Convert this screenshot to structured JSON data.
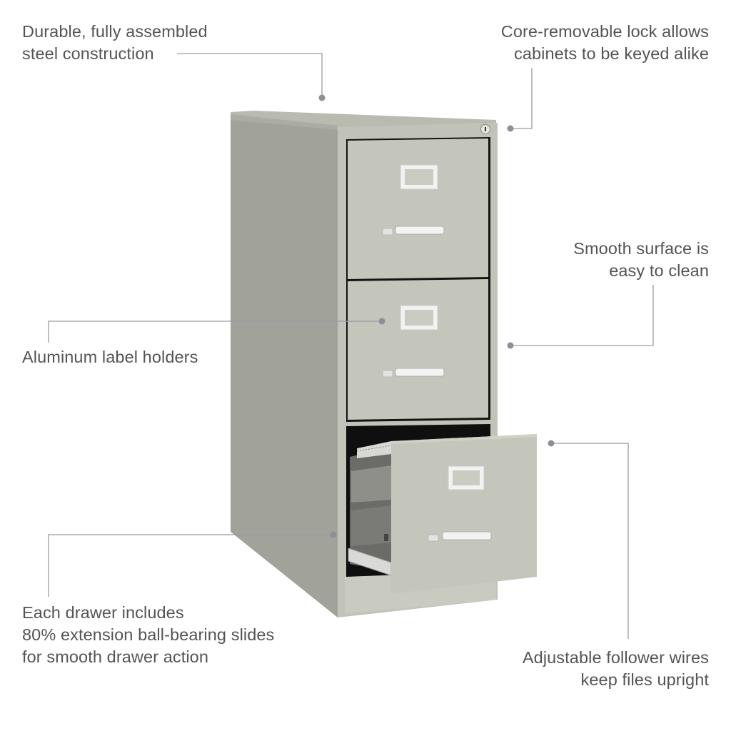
{
  "infographic": {
    "subject": "Vertical 3-drawer steel filing cabinet, light gray",
    "colors": {
      "text": "#545457",
      "leader_line": "#9a9aa3",
      "leader_dot": "#8e8e99",
      "cabinet_front": "#c5c6bb",
      "cabinet_side": "#a1a29a",
      "cabinet_top": "#b9bab0",
      "hardware": "#eeeeee",
      "interior": "#1a1a1a"
    },
    "callouts": [
      {
        "id": "steel-construction",
        "lines": [
          "Durable, fully assembled",
          "steel construction"
        ]
      },
      {
        "id": "core-removable-lock",
        "lines": [
          "Core-removable lock allows",
          "cabinets to be keyed alike"
        ]
      },
      {
        "id": "smooth-surface",
        "lines": [
          "Smooth surface is",
          "easy to clean"
        ]
      },
      {
        "id": "label-holders",
        "lines": [
          "Aluminum label holders"
        ]
      },
      {
        "id": "ball-bearing-slides",
        "lines": [
          "Each drawer includes",
          "80% extension ball-bearing slides",
          "for smooth drawer action"
        ]
      },
      {
        "id": "follower-wires",
        "lines": [
          "Adjustable follower wires",
          "keep files upright"
        ]
      }
    ]
  }
}
